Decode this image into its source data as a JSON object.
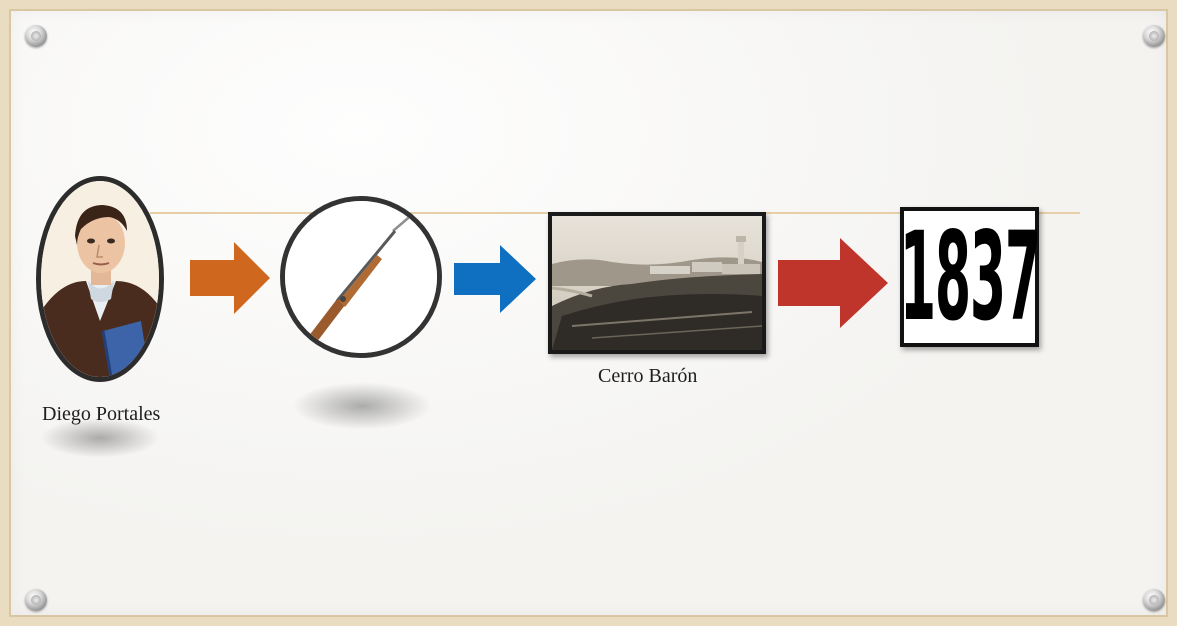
{
  "nodes": {
    "portrait_label": "Diego Portales",
    "rifle_label": "",
    "photo_label": "Cerro Barón",
    "year": "1837"
  },
  "icons": [
    "portrait-image",
    "rifle-image",
    "landscape-photo",
    "arrow-icon"
  ],
  "colors": {
    "arrow_1": "#d0671f",
    "arrow_2": "#0f6fc0",
    "arrow_3": "#c0352b",
    "timeline_line": "#e6cfa6",
    "border": "#e9dcc0"
  }
}
